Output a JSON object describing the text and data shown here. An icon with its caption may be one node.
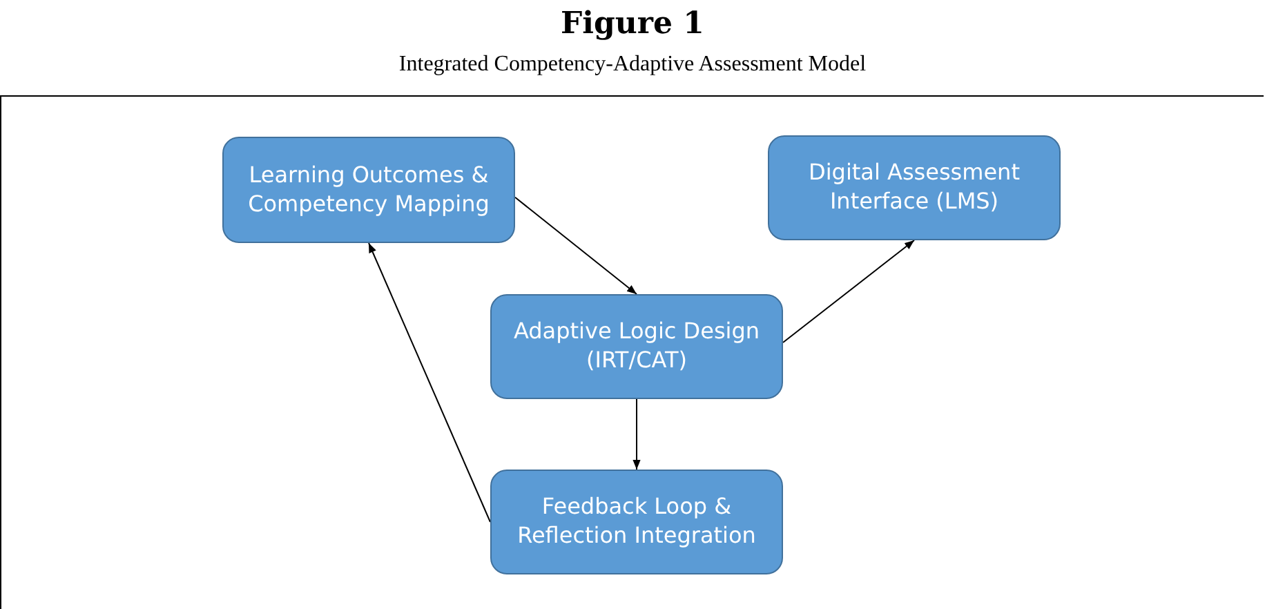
{
  "diagram": {
    "title": "Figure 1",
    "caption": "Integrated Competency-Adaptive Assessment Model",
    "nodes": [
      {
        "text": [
          "Learning Outcomes & Competency Mapping"
        ]
      },
      {
        "text": [
          "Digital Assessment Interface (LMS)"
        ]
      },
      {
        "text": [
          "Adaptive Logic Design (IRT/CAT)"
        ]
      },
      {
        "text": [
          "Feedback Loop & Reflection Integration"
        ]
      }
    ],
    "edges": [
      {
        "from": 0,
        "to": 2,
        "arrow": "to"
      },
      {
        "from": 2,
        "to": 1,
        "arrow": "to"
      },
      {
        "from": 2,
        "to": 3,
        "arrow": "to"
      },
      {
        "from": 3,
        "to": 0,
        "arrow": "to"
      }
    ]
  }
}
